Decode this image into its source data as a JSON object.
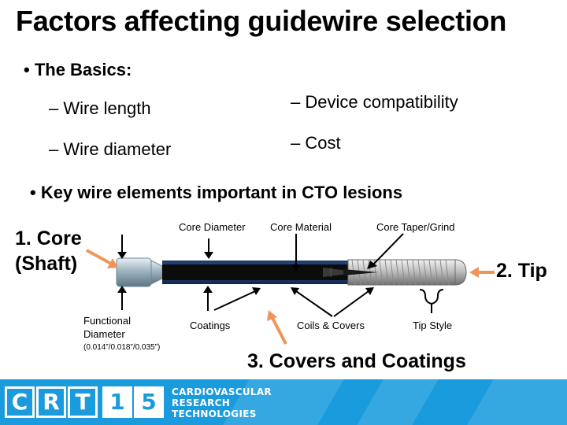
{
  "slide": {
    "title": "Factors affecting guidewire selection",
    "bullet1": "• The Basics:",
    "basics": [
      "– Wire length",
      "– Device compatibility",
      "– Wire diameter",
      "– Cost"
    ],
    "bullet2": "• Key wire elements important in CTO lesions"
  },
  "diagram": {
    "core_title_line1": "1. Core",
    "core_title_line2": "(Shaft)",
    "tip_title": "2. Tip",
    "covers_title": "3. Covers and Coatings",
    "labels": {
      "core_diameter": "Core Diameter",
      "core_material": "Core Material",
      "core_taper": "Core Taper/Grind",
      "functional_line1": "Functional",
      "functional_line2": "Diameter",
      "functional_sizes": "(0.014”/0.018”/0.035”)",
      "coatings": "Coatings",
      "coils_covers": "Coils & Covers",
      "tip_style": "Tip Style"
    }
  },
  "footer": {
    "logo_letters": [
      "C",
      "R",
      "T",
      "1",
      "5"
    ],
    "brand_lines": [
      "CARDIOVASCULAR",
      "RESEARCH",
      "TECHNOLOGIES"
    ],
    "colors": {
      "background": "#1a9bdd",
      "arrow_orange": "#f0955a"
    }
  }
}
